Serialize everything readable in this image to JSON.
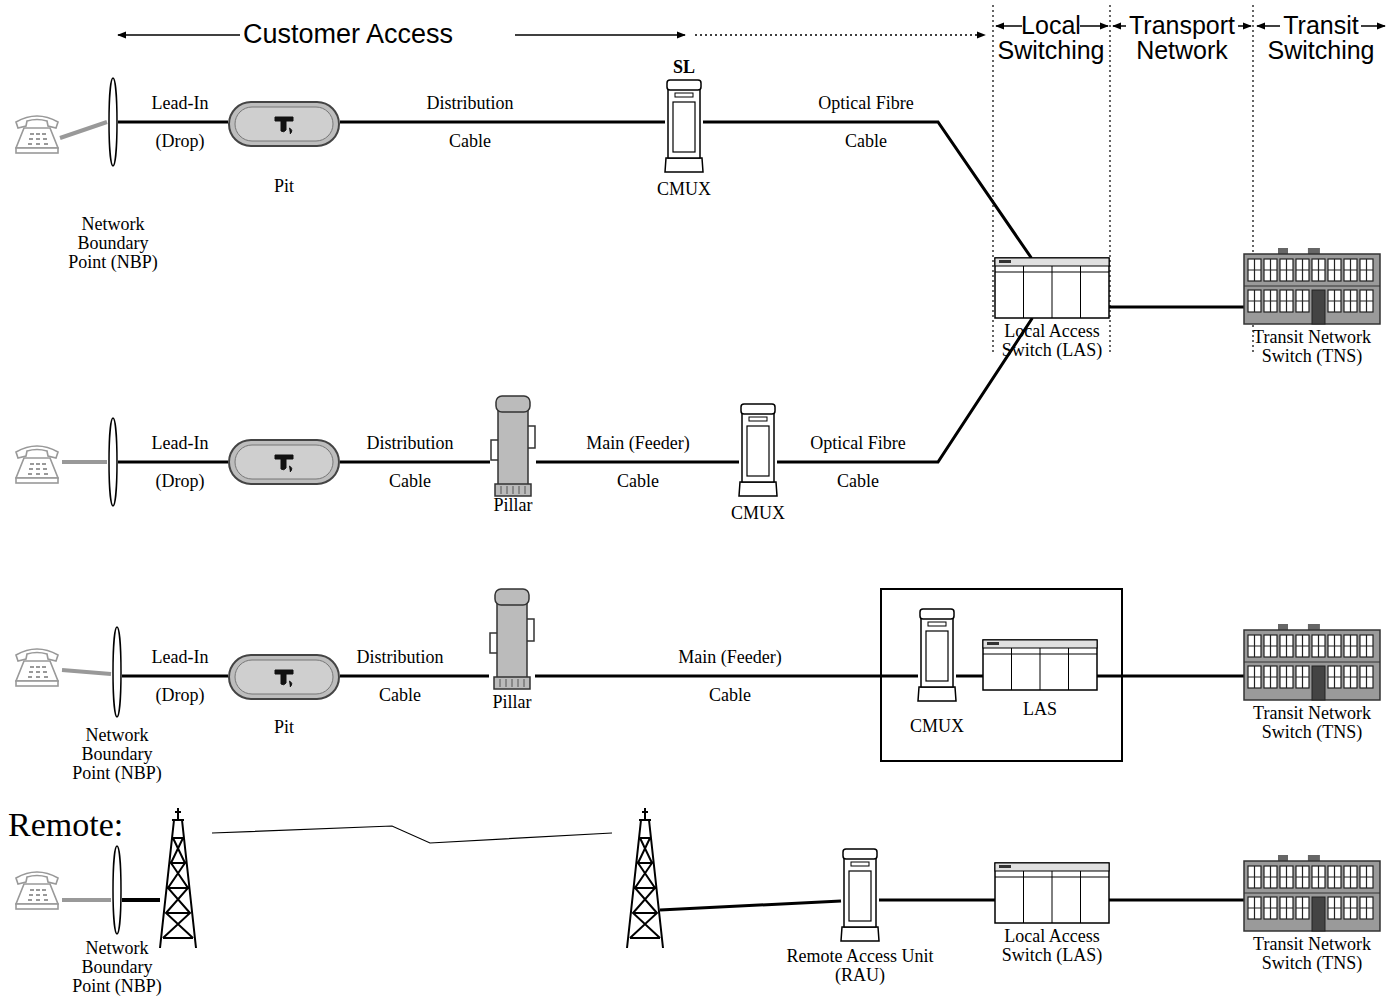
{
  "diagram": {
    "nodes": [
      {
        "text": [
          "Network Boundary Point (NBP)"
        ]
      },
      {
        "text": [
          "Pit"
        ]
      },
      {
        "text": [
          "SL",
          "CMUX"
        ]
      },
      {
        "text": [
          "Local Access Switch (LAS)"
        ]
      },
      {
        "text": [
          "Transit Network Switch (TNS)"
        ]
      },
      {
        "text": []
      },
      {
        "text": []
      },
      {
        "text": [
          "Pillar"
        ]
      },
      {
        "text": [
          "CMUX"
        ]
      },
      {
        "text": [
          "Network Boundary Point (NBP)"
        ]
      },
      {
        "text": [
          "Pit"
        ]
      },
      {
        "text": [
          "Pillar"
        ]
      },
      {
        "text": []
      },
      {
        "text": [
          "CMUX"
        ],
        "in": 12
      },
      {
        "text": [
          "LAS"
        ],
        "in": 12
      },
      {
        "text": [
          "Transit Network Switch (TNS)"
        ]
      },
      {
        "text": [
          "Network Boundary Point (NBP)"
        ]
      },
      {
        "text": [
          "Remote Access Unit (RAU)"
        ]
      },
      {
        "text": [
          "Local Access Switch (LAS)"
        ]
      },
      {
        "text": [
          "Transit Network Switch (TNS)"
        ]
      }
    ],
    "edges": [
      {
        "from": 0,
        "to": 1,
        "label": "Lead-In (Drop)",
        "arrow": "none"
      },
      {
        "from": 1,
        "to": 2,
        "label": "Distribution Cable",
        "arrow": "none"
      },
      {
        "from": 2,
        "to": 3,
        "label": "Optical Fibre Cable",
        "arrow": "none"
      },
      {
        "from": 3,
        "to": 4,
        "arrow": "none"
      },
      {
        "from": 5,
        "to": 6,
        "label": "Lead-In (Drop)",
        "arrow": "none"
      },
      {
        "from": 6,
        "to": 7,
        "label": "Distribution Cable",
        "arrow": "none"
      },
      {
        "from": 7,
        "to": 8,
        "label": "Main (Feeder) Cable",
        "arrow": "none"
      },
      {
        "from": 8,
        "to": 3,
        "label": "Optical Fibre Cable",
        "arrow": "none"
      },
      {
        "from": 9,
        "to": 10,
        "label": "Lead-In (Drop)",
        "arrow": "none"
      },
      {
        "from": 10,
        "to": 11,
        "label": "Distribution Cable",
        "arrow": "none"
      },
      {
        "from": 11,
        "to": 13,
        "label": "Main (Feeder) Cable",
        "arrow": "none"
      },
      {
        "from": 13,
        "to": 14,
        "arrow": "none"
      },
      {
        "from": 14,
        "to": 15,
        "arrow": "none"
      },
      {
        "from": 17,
        "to": 18,
        "arrow": "none"
      },
      {
        "from": 18,
        "to": 19,
        "arrow": "none"
      }
    ],
    "labels": [
      "Customer Access",
      "Local Switching",
      "Transport Network",
      "Transit Switching",
      "Remote:"
    ]
  }
}
